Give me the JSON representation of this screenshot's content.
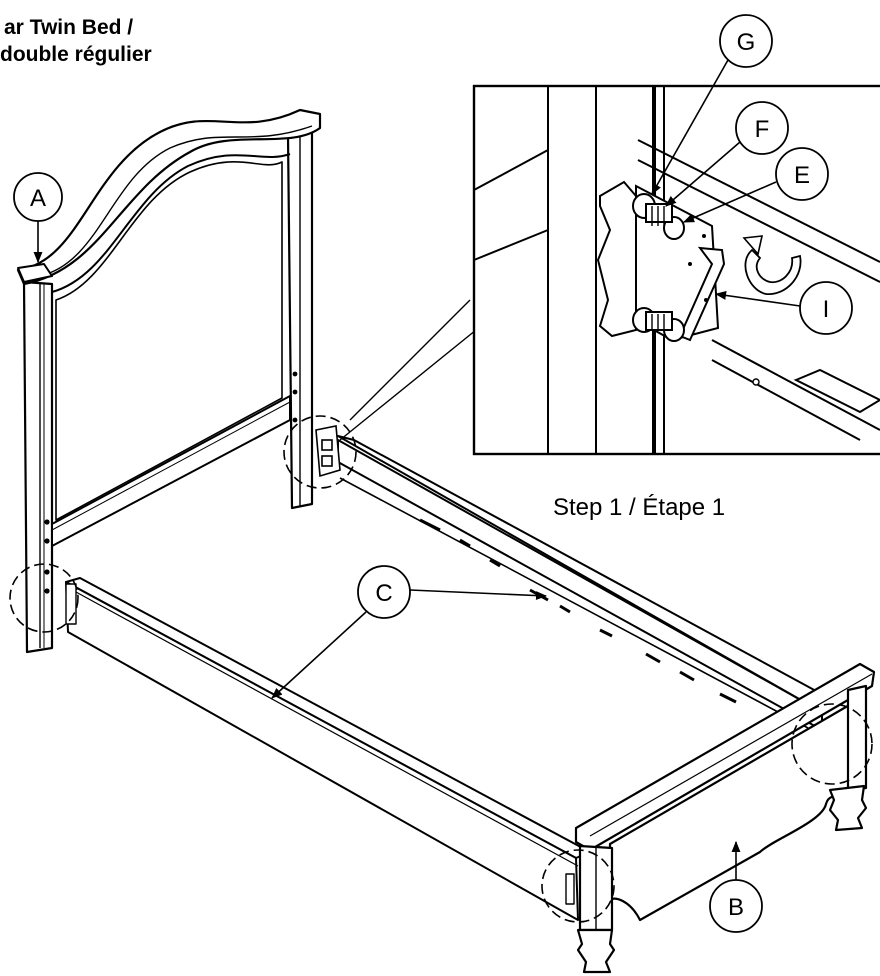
{
  "title": {
    "line1": "ar Twin Bed /",
    "line2": "double régulier"
  },
  "step_label": "Step 1 / Étape 1",
  "callouts": {
    "A": "A",
    "B": "B",
    "C": "C",
    "E": "E",
    "F": "F",
    "G": "G",
    "I": "I"
  }
}
